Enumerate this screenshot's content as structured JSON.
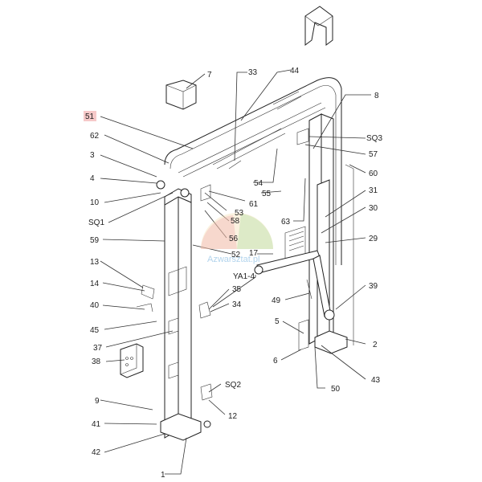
{
  "watermark": "Azwarsztat.pl",
  "labels": {
    "l51": "51",
    "l62": "62",
    "l3": "3",
    "l4": "4",
    "l10": "10",
    "lSQ1": "SQ1",
    "l59": "59",
    "l13": "13",
    "l14": "14",
    "l40": "40",
    "l45": "45",
    "l37": "37",
    "l38": "38",
    "l9": "9",
    "l41": "41",
    "l42": "42",
    "l1": "1",
    "l7": "7",
    "l33": "33",
    "l44": "44",
    "l8": "8",
    "lSQ3": "SQ3",
    "l57": "57",
    "l60": "60",
    "l54": "54",
    "l55": "55",
    "l31": "31",
    "l30": "30",
    "l29": "29",
    "l61": "61",
    "l53": "53",
    "l58": "58",
    "l56": "56",
    "l52": "52",
    "l17": "17",
    "l63": "63",
    "lYA": "YA1-4",
    "l35": "35",
    "l34": "34",
    "l49": "49",
    "l39": "39",
    "l5": "5",
    "l6": "6",
    "l2": "2",
    "l43": "43",
    "l50": "50",
    "lSQ2": "SQ2",
    "l12": "12"
  }
}
